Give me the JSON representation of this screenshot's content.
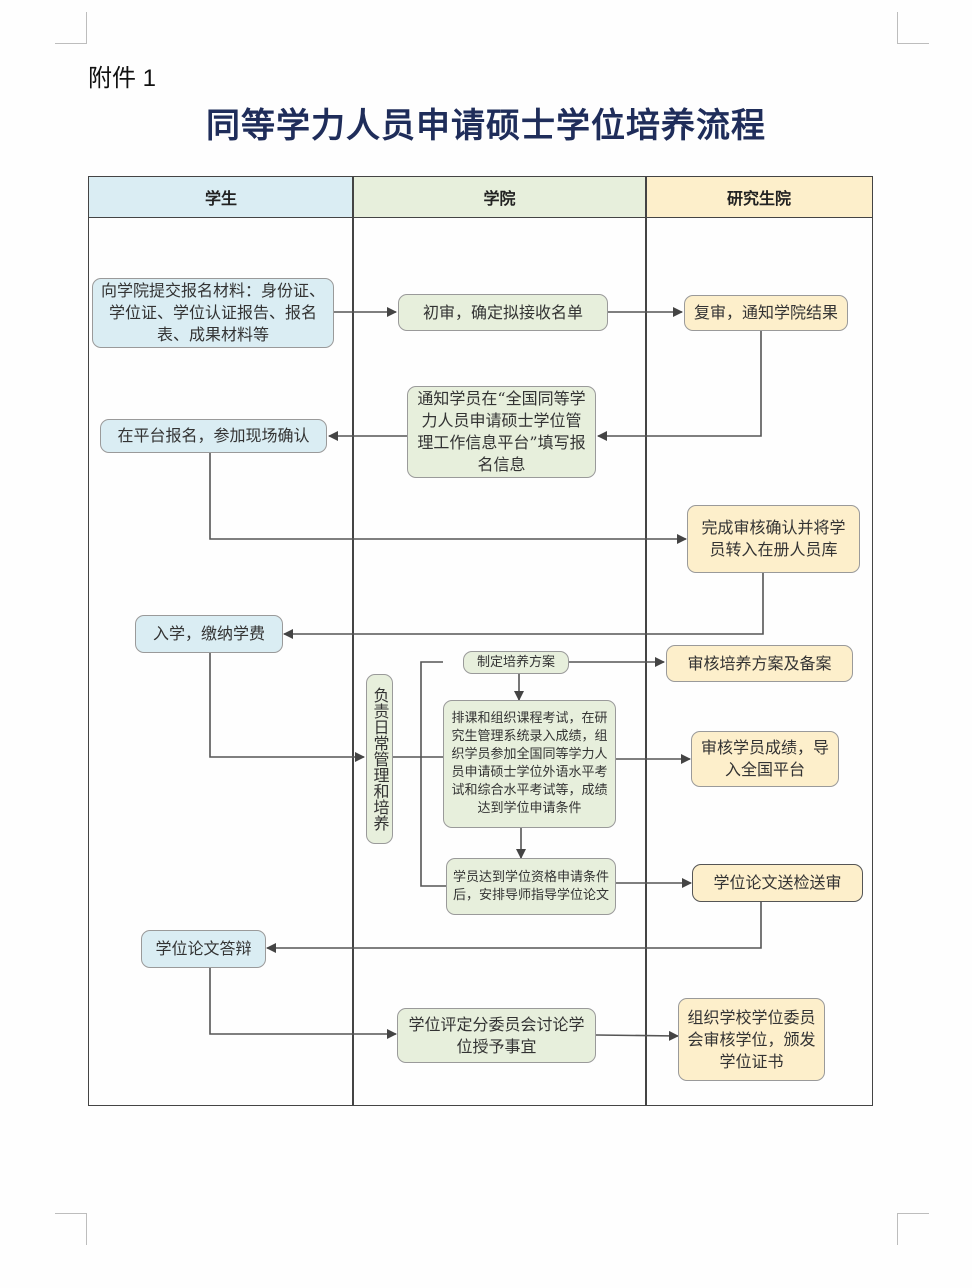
{
  "attachment_label": "附件 1",
  "title": "同等学力人员申请硕士学位培养流程",
  "lanes": {
    "student": "学生",
    "college": "学院",
    "graduate_school": "研究生院"
  },
  "colors": {
    "student_lane": "#daedf3",
    "college_lane": "#e7efdc",
    "graduate_lane": "#fdefcb",
    "title": "#1f2d5a"
  },
  "steps": {
    "submit_materials": "向学院提交报名材料：身份证、学位证、学位认证报告、报名表、成果材料等",
    "initial_review": "初审，确定拟接收名单",
    "re_review": "复审，通知学院结果",
    "notify_platform": "通知学员在“全国同等学力人员申请硕士学位管理工作信息平台”填写报名信息",
    "platform_register": "在平台报名，参加现场确认",
    "complete_review": "完成审核确认并将学员转入在册人员库",
    "enroll_pay": "入学，缴纳学费",
    "daily_management": "负责日常管理和培养",
    "make_plan": "制定培养方案",
    "review_plan": "审核培养方案及备案",
    "courses_exams": "排课和组织课程考试，在研究生管理系统录入成绩，组织学员参加全国同等学力人员申请硕士学位外语水平考试和综合水平考试等，成绩达到学位申请条件",
    "review_scores": "审核学员成绩，导入全国平台",
    "assign_advisor": "学员达到学位资格申请条件后，安排导师指导学位论文",
    "thesis_review": "学位论文送检送审",
    "thesis_defense": "学位论文答辩",
    "committee_discuss": "学位评定分委员会讨论学位授予事宜",
    "award_degree": "组织学校学位委员会审核学位，颁发学位证书"
  }
}
